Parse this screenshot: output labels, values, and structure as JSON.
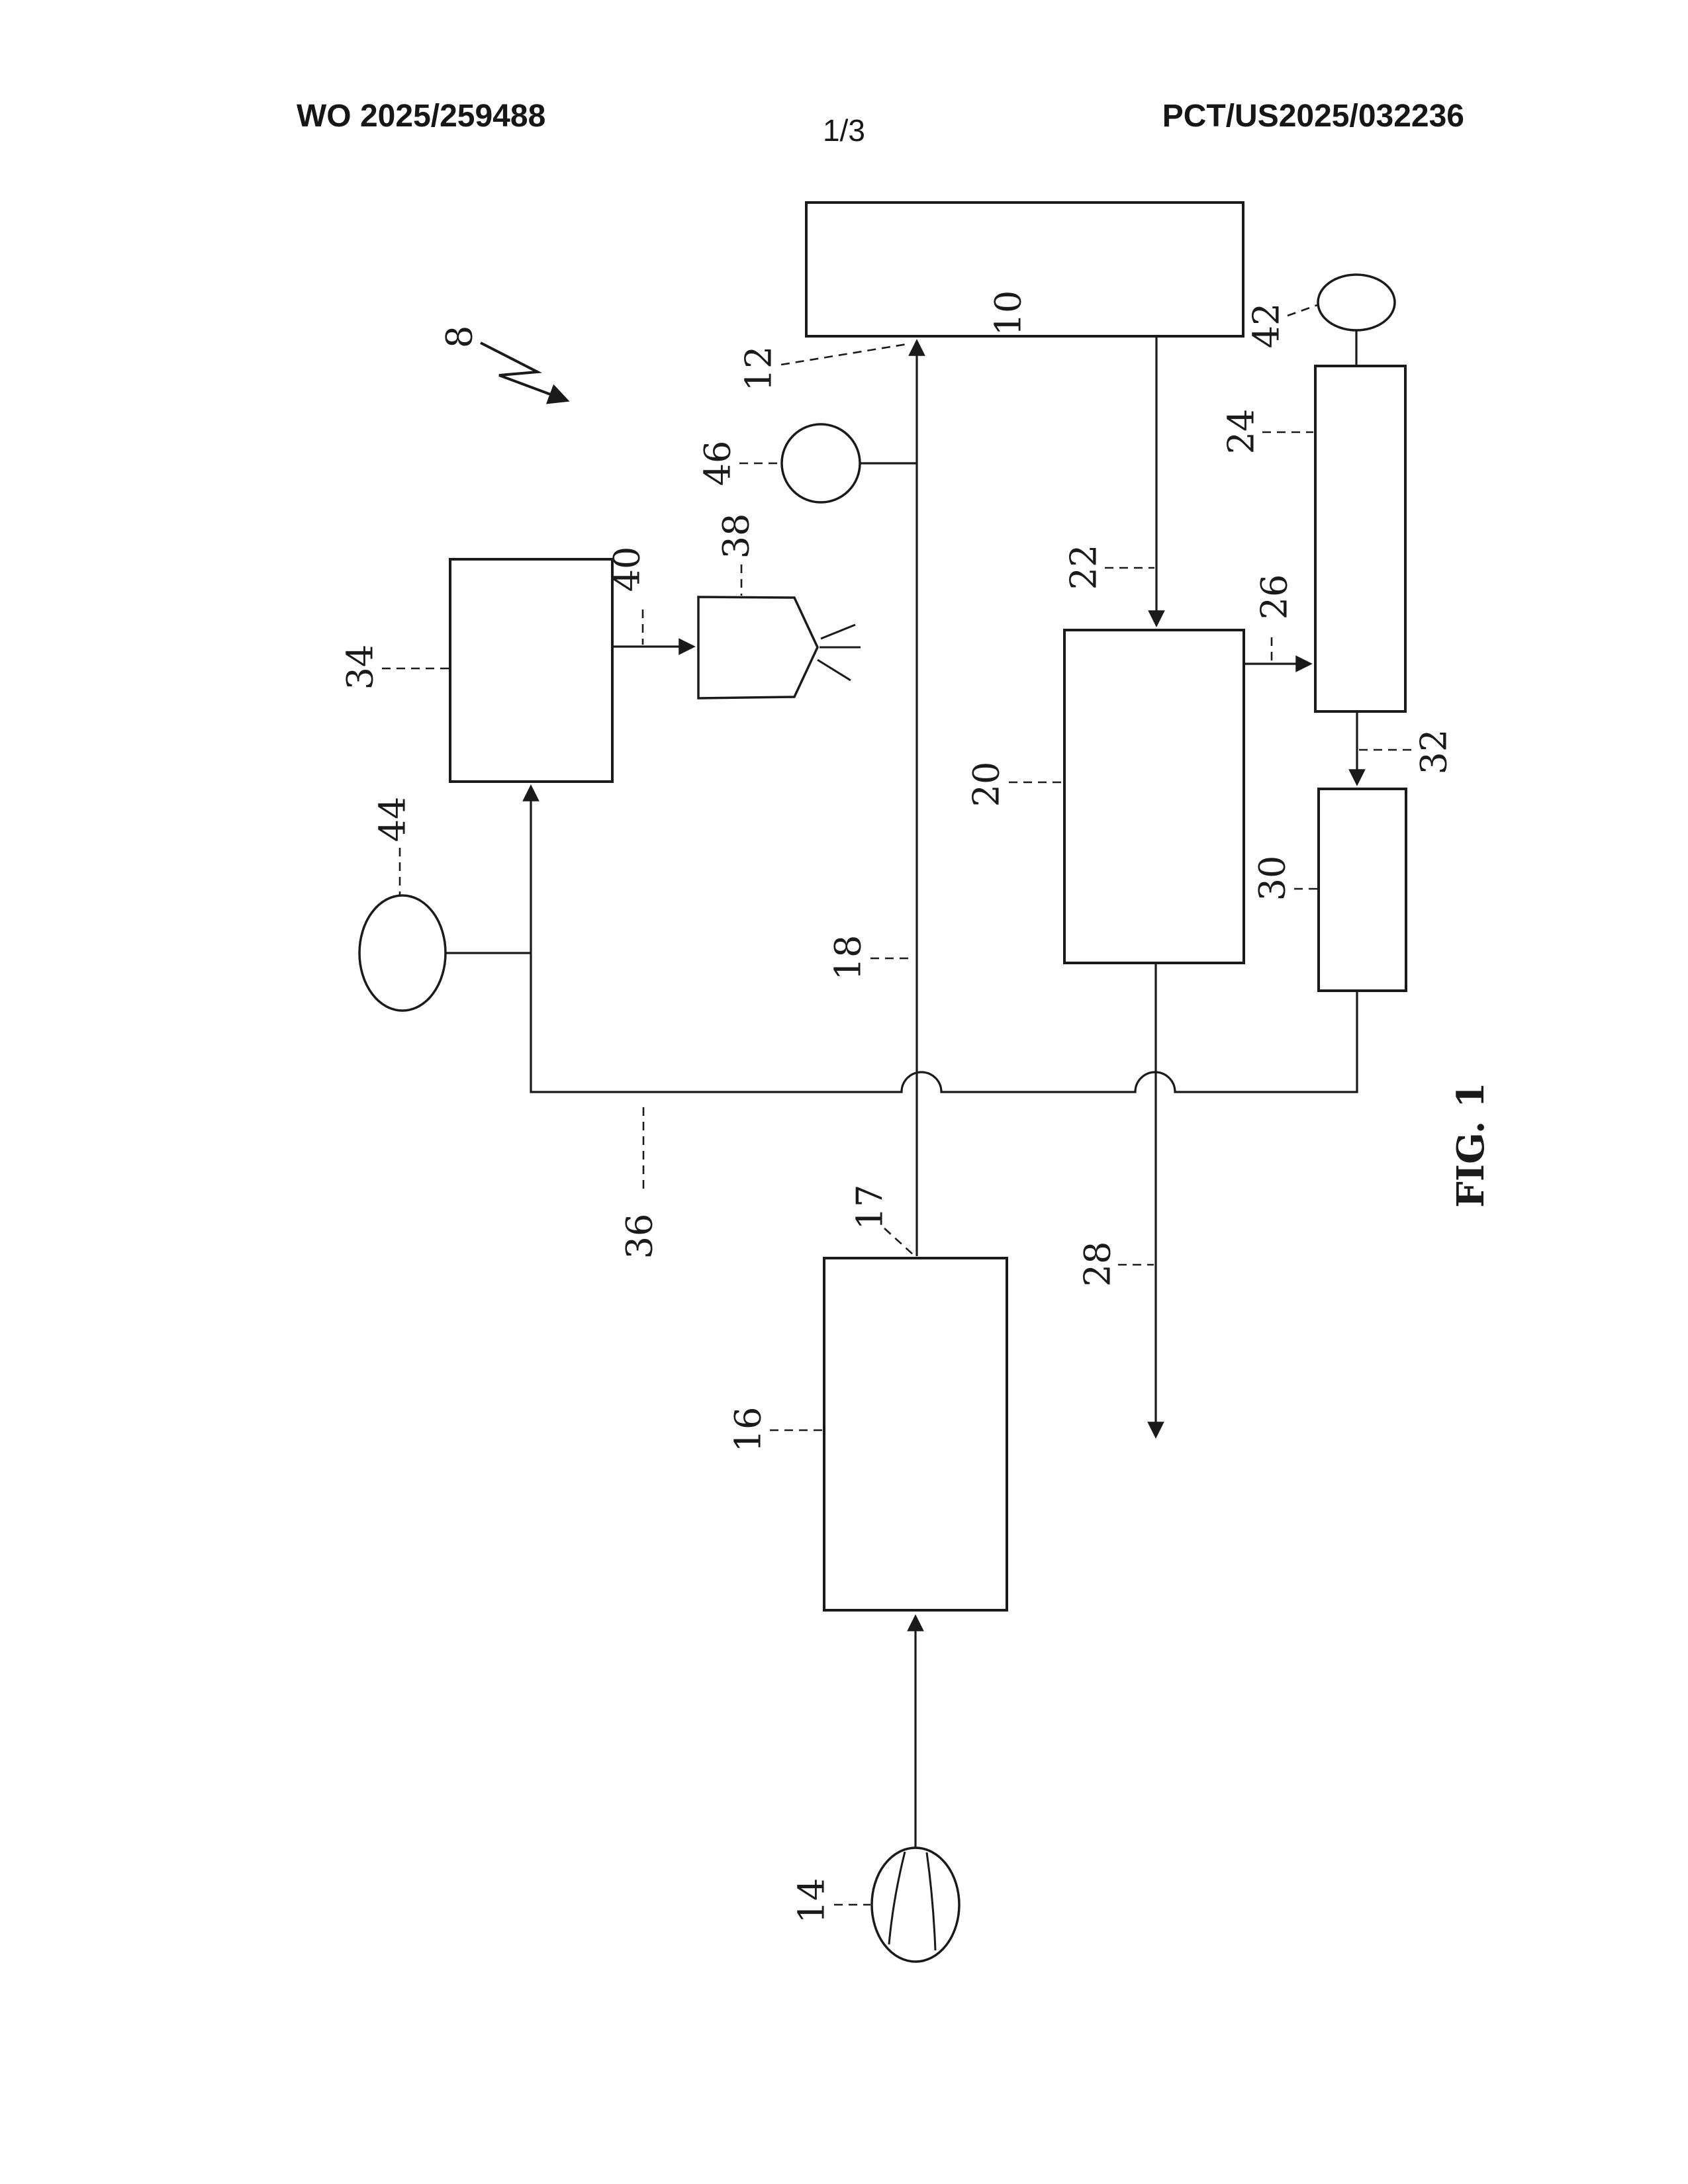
{
  "header": {
    "left": "WO 2025/259488",
    "center": "1/3",
    "right": "PCT/US2025/032236"
  },
  "figure": {
    "caption": "FIG. 1"
  },
  "labels": {
    "ref8": "8",
    "ref10": "10",
    "ref12": "12",
    "ref14": "14",
    "ref16": "16",
    "ref17": "17",
    "ref18": "18",
    "ref20": "20",
    "ref22": "22",
    "ref24": "24",
    "ref26": "26",
    "ref28": "28",
    "ref30": "30",
    "ref32": "32",
    "ref34": "34",
    "ref36": "36",
    "ref38": "38",
    "ref40": "40",
    "ref42": "42",
    "ref44": "44",
    "ref46": "46"
  },
  "colors": {
    "ink": "#1a1a1a",
    "paper": "#ffffff"
  }
}
